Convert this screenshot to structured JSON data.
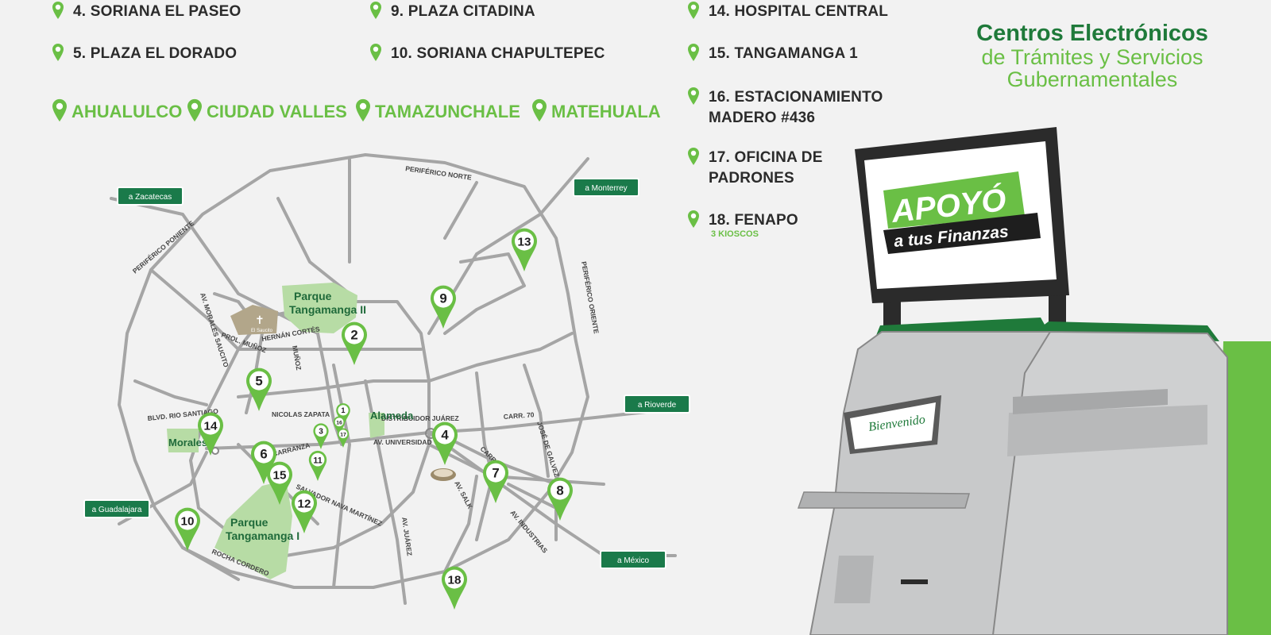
{
  "header": {
    "title_line1": "Centros Electrónicos",
    "title_line2": "de Trámites y Servicios",
    "title_line3": "Gubernamentales"
  },
  "locations": [
    {
      "label": "4. SORIANA EL PASEO"
    },
    {
      "label": "5. PLAZA EL DORADO"
    },
    {
      "label": "9. PLAZA CITADINA"
    },
    {
      "label": "10. SORIANA CHAPULTEPEC"
    },
    {
      "label": "14. HOSPITAL CENTRAL"
    },
    {
      "label": "15. TANGAMANGA 1"
    },
    {
      "label": "16. ESTACIONAMIENTO",
      "label2": "MADERO #436"
    },
    {
      "label": "17. OFICINA DE",
      "label2": "PADRONES"
    },
    {
      "label": "18. FENAPO",
      "note": "3 KIOSCOS"
    }
  ],
  "cities": [
    "AHUALULCO",
    "CIUDAD VALLES",
    "TAMAZUNCHALE",
    "MATEHUALA"
  ],
  "map": {
    "exit_signs": [
      "a Zacatecas",
      "a Monterrey",
      "a Rioverde",
      "a Guadalajara",
      "a México"
    ],
    "streets": [
      "PERIFÉRICO NORTE",
      "PERIFÉRICO PONIENTE",
      "PERIFÉRICO ORIENTE",
      "AV. MORALES SAUCITO",
      "PROL. MUÑOZ",
      "HERNÁN CORTÉS",
      "MUÑOZ",
      "NICOLAS ZAPATA",
      "BLVD. RIO SANTIAGO",
      "CARRANZA",
      "CARR. 70",
      "DISTRIBUIDOR JUÁREZ",
      "AV. UNIVERSIDAD",
      "JOSÉ DE GALVEZ",
      "AV. SALK",
      "AV. INDUSTRIAS",
      "AV. JUÁREZ",
      "SALVADOR NAVA MARTÍNEZ",
      "ROCHA CORDERO",
      "CARR."
    ],
    "parks": [
      "Parque Tangamanga II",
      "Alameda",
      "Morales",
      "Parque Tangamanga I"
    ],
    "landmark": "El Saucito",
    "pins": [
      "1",
      "2",
      "3",
      "4",
      "5",
      "6",
      "7",
      "8",
      "9",
      "10",
      "11",
      "12",
      "13",
      "14",
      "15",
      "16",
      "17",
      "18"
    ]
  },
  "kiosk": {
    "screen_brand_line1": "APOYÓ",
    "screen_brand_line2": "a tus Finanzas",
    "screen_welcome": "Bienvenido"
  },
  "colors": {
    "accent_green": "#6abf45",
    "dark_green": "#1f7a3a",
    "sign_green": "#1a7a4a",
    "road_gray": "#a5a5a5"
  }
}
